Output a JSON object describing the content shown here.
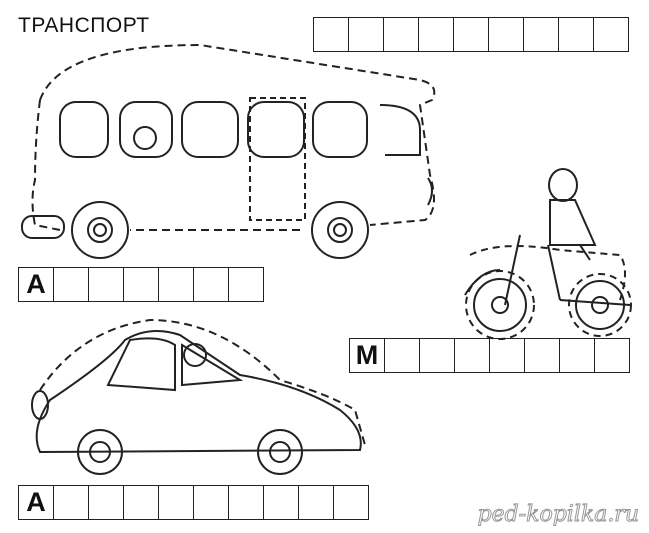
{
  "title": "ТРАНСПОРТ",
  "title_grid": {
    "cells": 9
  },
  "bus_grid": {
    "first_letter": "А",
    "cells": 7
  },
  "moto_grid": {
    "first_letter": "М",
    "cells": 8
  },
  "car_grid": {
    "first_letter": "А",
    "cells": 10
  },
  "watermark": "ped-kopilka.ru"
}
